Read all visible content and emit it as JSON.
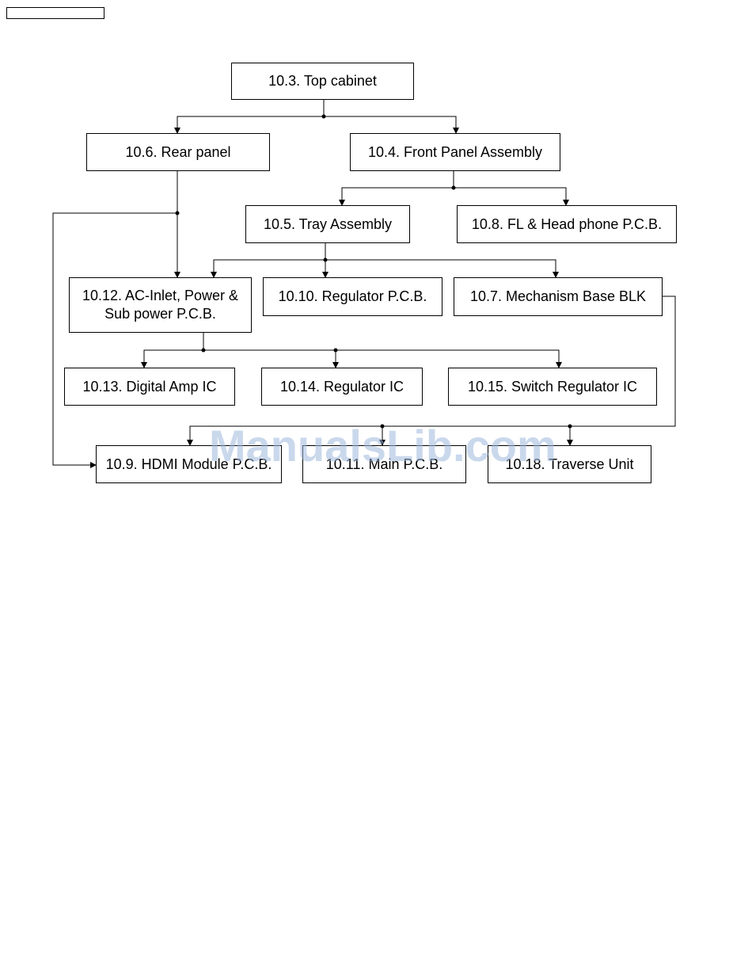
{
  "diagram": {
    "nodes": {
      "top_cabinet": "10.3. Top cabinet",
      "rear_panel": "10.6. Rear panel",
      "front_panel_assembly": "10.4. Front Panel Assembly",
      "tray_assembly": "10.5. Tray Assembly",
      "fl_head_phone_pcb": "10.8. FL & Head phone P.C.B.",
      "ac_inlet_line1": "10.12. AC-Inlet, Power &",
      "ac_inlet_line2": "Sub power P.C.B.",
      "regulator_pcb": "10.10. Regulator P.C.B.",
      "mechanism_base_blk": "10.7. Mechanism Base BLK",
      "digital_amp_ic": "10.13. Digital Amp IC",
      "regulator_ic": "10.14. Regulator IC",
      "switch_regulator_ic": "10.15. Switch Regulator IC",
      "hdmi_module_pcb": "10.9. HDMI Module P.C.B.",
      "main_pcb": "10.11. Main P.C.B.",
      "traverse_unit": "10.18. Traverse Unit"
    },
    "edges": [
      [
        "top_cabinet",
        "rear_panel"
      ],
      [
        "top_cabinet",
        "front_panel_assembly"
      ],
      [
        "front_panel_assembly",
        "tray_assembly"
      ],
      [
        "front_panel_assembly",
        "fl_head_phone_pcb"
      ],
      [
        "rear_panel",
        "ac_inlet_power_sub_power_pcb"
      ],
      [
        "rear_panel",
        "hdmi_module_pcb"
      ],
      [
        "tray_assembly",
        "ac_inlet_power_sub_power_pcb"
      ],
      [
        "tray_assembly",
        "regulator_pcb"
      ],
      [
        "tray_assembly",
        "mechanism_base_blk"
      ],
      [
        "ac_inlet_power_sub_power_pcb",
        "digital_amp_ic"
      ],
      [
        "ac_inlet_power_sub_power_pcb",
        "regulator_ic"
      ],
      [
        "ac_inlet_power_sub_power_pcb",
        "switch_regulator_ic"
      ],
      [
        "mechanism_base_blk",
        "hdmi_module_pcb"
      ],
      [
        "mechanism_base_blk",
        "main_pcb"
      ],
      [
        "mechanism_base_blk",
        "traverse_unit"
      ]
    ]
  },
  "watermark": "ManualsLib.com",
  "colors": {
    "line": "#000000",
    "watermark": "#9fb9de"
  }
}
